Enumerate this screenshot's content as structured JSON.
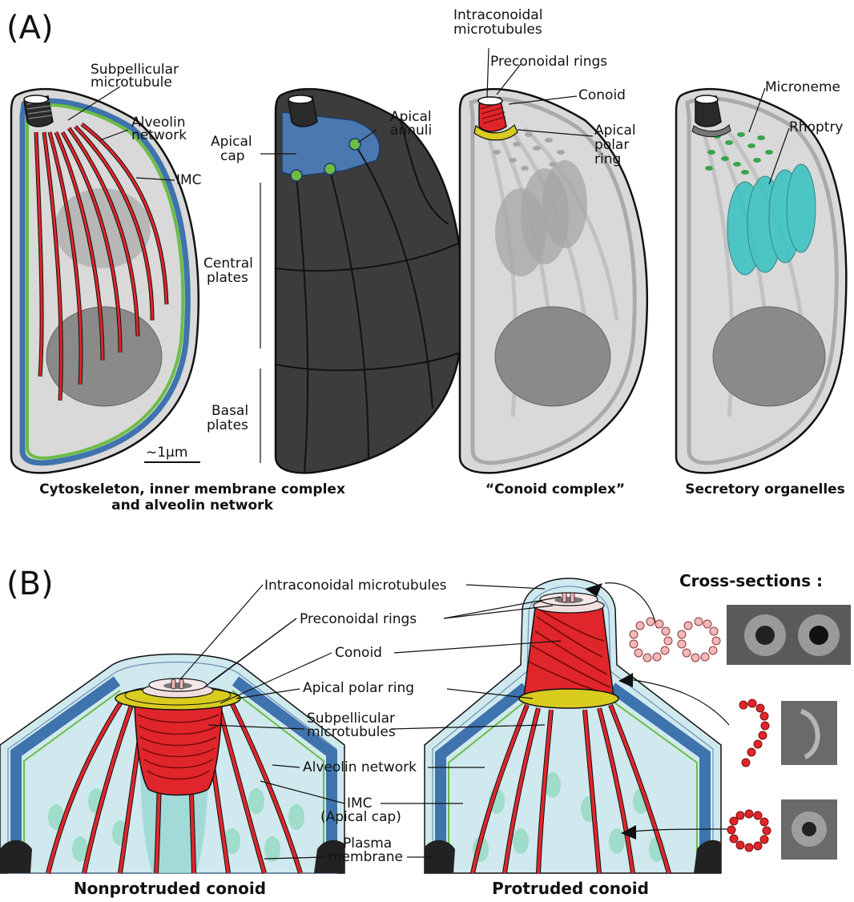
{
  "panel_a": {
    "label": "(A)",
    "cell1": {
      "labels": [
        "Subpellicular microtubule",
        "Alveolin network",
        "IMC"
      ],
      "scale": "~1µm"
    },
    "cell2": {
      "labels": [
        "Apical cap",
        "Apical annuli",
        "Central plates",
        "Basal plates"
      ]
    },
    "cell3": {
      "labels": [
        "Intraconoidal microtubules",
        "Preconoidal rings",
        "Conoid",
        "Apical polar ring"
      ]
    },
    "cell4": {
      "labels": [
        "Microneme",
        "Rhoptry"
      ]
    },
    "captions": {
      "c12_line1": "Cytoskeleton, inner membrane complex",
      "c12_line2": "and alveolin network",
      "c3": "“Conoid complex”",
      "c4": "Secretory organelles"
    }
  },
  "panel_b": {
    "label": "(B)",
    "labels": {
      "intraconoidal": "Intraconoidal microtubules",
      "preconoidal": "Preconoidal rings",
      "conoid": "Conoid",
      "apr": "Apical polar ring",
      "spmt1": "Subpellicular",
      "spmt2": "microtubules",
      "alveolin": "Alveolin network",
      "imc1": "IMC",
      "imc2": "(Apical cap)",
      "pm1": "Plasma",
      "pm2": "membrane",
      "cross_sections": "Cross-sections :"
    },
    "captions": {
      "nonprotruded": "Nonprotruded conoid",
      "protruded": "Protruded conoid"
    }
  },
  "colors": {
    "microtubule_red": "#e0262b",
    "alveolin_green": "#6cbd45",
    "imc_blue": "#3f73ad",
    "rhoptry_teal": "#3fc3c3",
    "apr_yellow": "#d9cc1f",
    "plate_dark": "#3c3c3c",
    "cytoplasm_blue": "#cfe9ee"
  }
}
